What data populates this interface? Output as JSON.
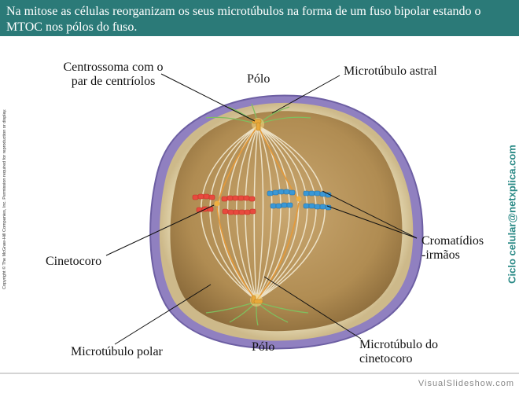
{
  "header": {
    "text": "Na mitose as células reorganizam os seus microtúbulos na forma de um fuso bipolar estando o MTOC nos pólos do fuso."
  },
  "labels": {
    "centrosome_line1": "Centrossoma com o",
    "centrosome_line2": "par de centríolos",
    "pole_top": "Pólo",
    "astral": "Microtúbulo astral",
    "chromatids_line1": "Cromatídios",
    "chromatids_line2": "-irmãos",
    "kinetochore": "Cinetocoro",
    "polar": "Microtúbulo polar",
    "pole_bottom": "Pólo",
    "kinetochore_mt_line1": "Microtúbulo do",
    "kinetochore_mt_line2": "cinetocoro"
  },
  "copyright": "Copyright © The McGraw-Hill Companies, Inc. Permission required for reproduction or display.",
  "side_credit": "Ciclo celular@netxplica.com",
  "footer": "VisualSlideshow.com",
  "colors": {
    "header_bg": "#2b7a78",
    "red_chromatid": "#e84a3e",
    "blue_chromatid": "#3a98d6",
    "cell_membrane": "#8e7fbf",
    "cytoplasm": "#c9a96b",
    "side_credit": "#2a8a86"
  }
}
